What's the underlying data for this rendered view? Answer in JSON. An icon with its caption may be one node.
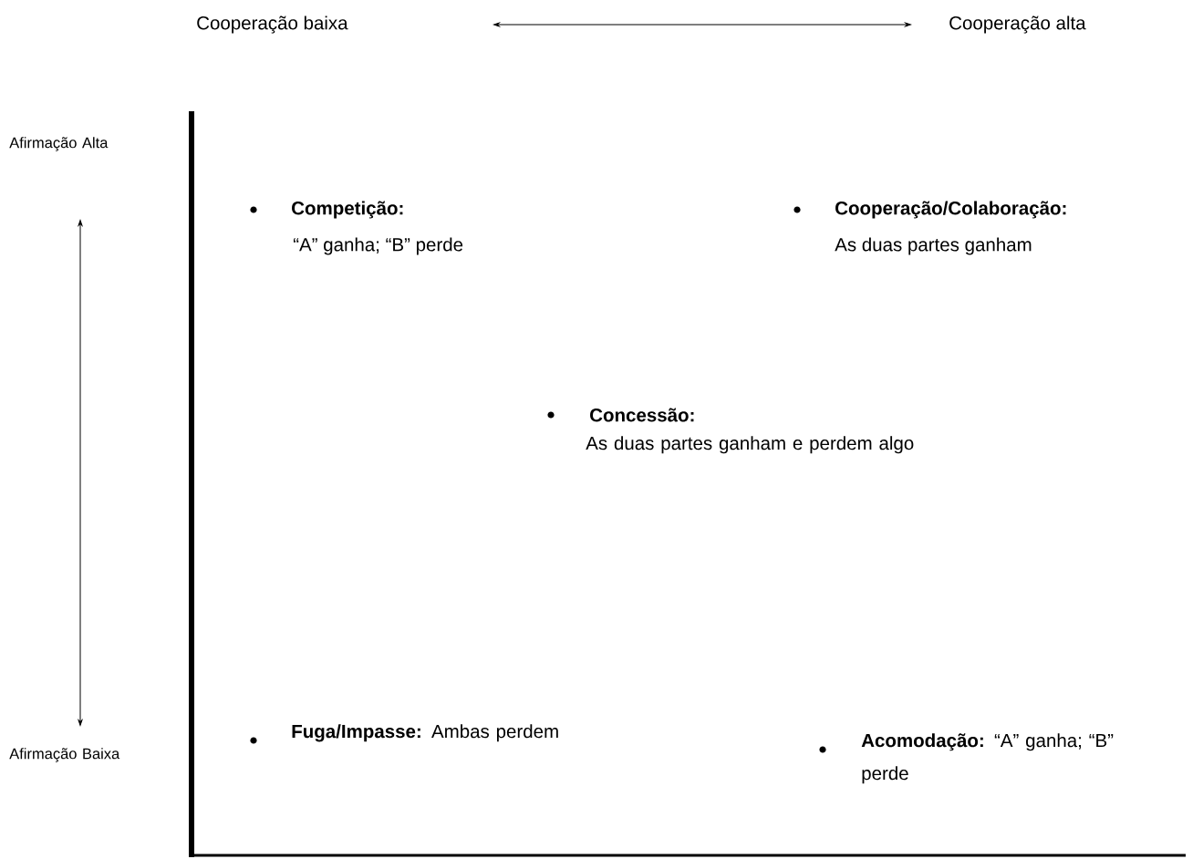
{
  "diagram": {
    "labels": [
      "Cooperação baixa",
      "Cooperação alta",
      "Afirmação Alta",
      "Competição:",
      "“A” ganha; “B” perde",
      "Cooperação/Colaboração:",
      "As duas partes ganham",
      "Concessão:",
      "As duas partes ganham e perdem algo",
      "**Fuga/Impasse:** Ambas perdem",
      "Afirmação Baixa",
      "**Acomodação:**  “A” ganha; “B” perde"
    ]
  }
}
